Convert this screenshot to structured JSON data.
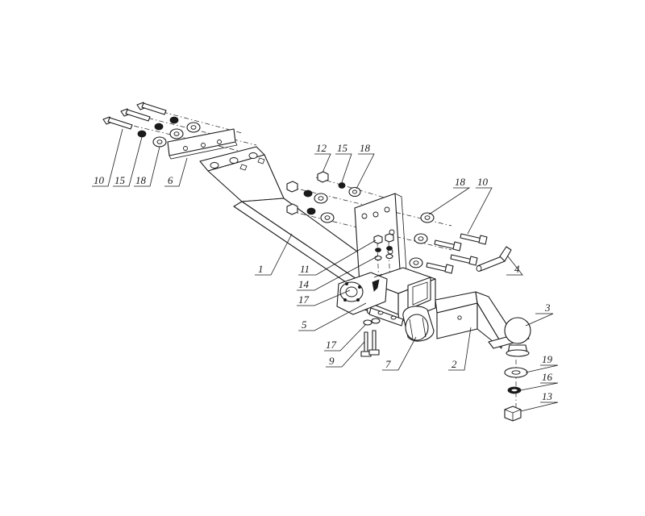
{
  "callouts": [
    {
      "id": "c10a",
      "text": "10"
    },
    {
      "id": "c15a",
      "text": "15"
    },
    {
      "id": "c18a",
      "text": "18"
    },
    {
      "id": "c6",
      "text": "6"
    },
    {
      "id": "c12",
      "text": "12"
    },
    {
      "id": "c15b",
      "text": "15"
    },
    {
      "id": "c18b",
      "text": "18"
    },
    {
      "id": "c18c",
      "text": "18"
    },
    {
      "id": "c10b",
      "text": "10"
    },
    {
      "id": "c1",
      "text": "1"
    },
    {
      "id": "c11",
      "text": "11"
    },
    {
      "id": "c14",
      "text": "14"
    },
    {
      "id": "c17a",
      "text": "17"
    },
    {
      "id": "c4",
      "text": "4"
    },
    {
      "id": "c3",
      "text": "3"
    },
    {
      "id": "c5",
      "text": "5"
    },
    {
      "id": "c17b",
      "text": "17"
    },
    {
      "id": "c9",
      "text": "9"
    },
    {
      "id": "c7",
      "text": "7"
    },
    {
      "id": "c2",
      "text": "2"
    },
    {
      "id": "c19",
      "text": "19"
    },
    {
      "id": "c16",
      "text": "16"
    },
    {
      "id": "c13",
      "text": "13"
    }
  ]
}
